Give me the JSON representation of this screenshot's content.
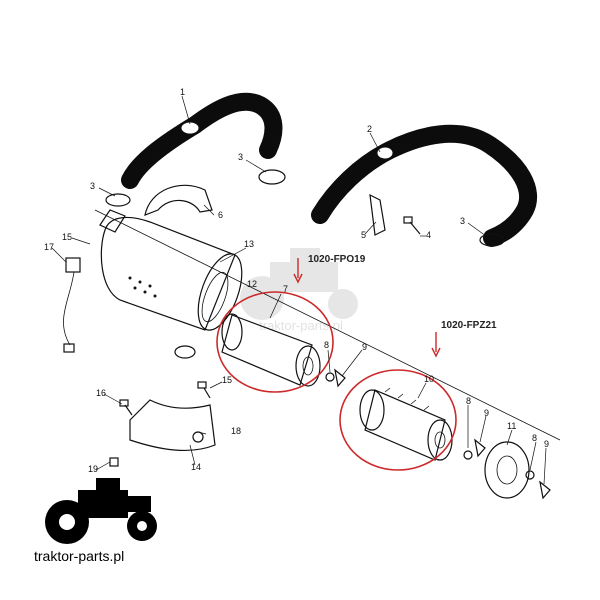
{
  "watermark": {
    "text": "traktor-parts.pl"
  },
  "logo": {
    "text": "traktor-parts.pl"
  },
  "highlights": [
    {
      "code": "1020-FPO19",
      "color": "#cc2a2a"
    },
    {
      "code": "1020-FPZ21",
      "color": "#cc2a2a"
    }
  ],
  "part_numbers": [
    "1",
    "2",
    "3",
    "3",
    "3",
    "4",
    "5",
    "6",
    "7",
    "8",
    "8",
    "8",
    "9",
    "9",
    "9",
    "10",
    "11",
    "12",
    "13",
    "14",
    "15",
    "15",
    "16",
    "17",
    "18",
    "19"
  ],
  "colors": {
    "hose": "#0c0c0c",
    "marker": "#cc2a2a",
    "line": "#111111"
  }
}
